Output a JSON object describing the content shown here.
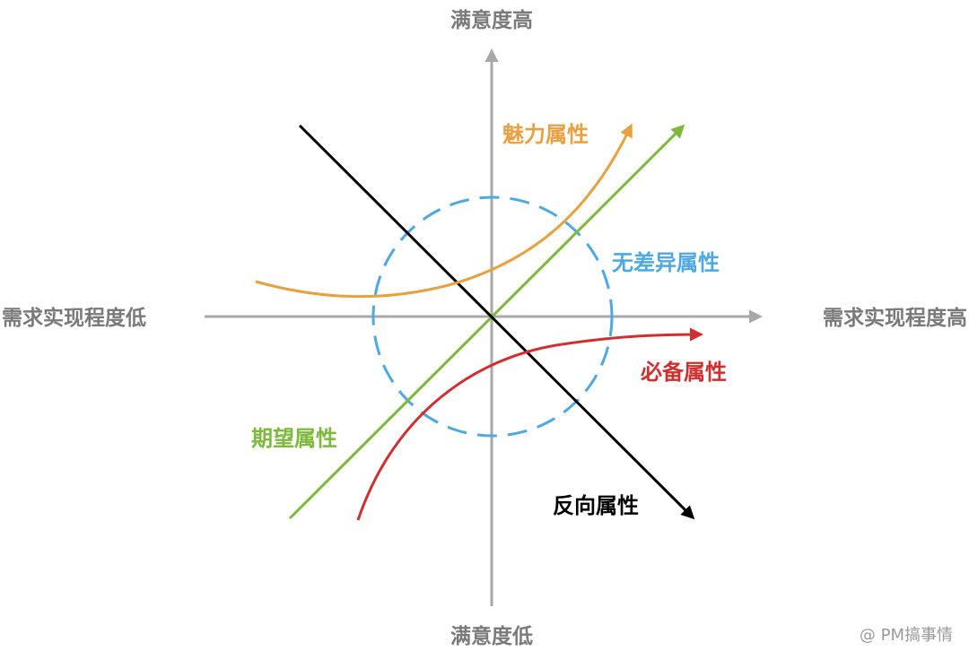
{
  "axes": {
    "y_top": "满意度高",
    "y_bottom": "满意度低",
    "x_left": "需求实现程度低",
    "x_right": "需求实现程度高",
    "color": "#a8a8a8"
  },
  "curves": {
    "attractive": {
      "label": "魅力属性",
      "color": "#E9A03F"
    },
    "indifferent": {
      "label": "无差异属性",
      "color": "#4EA8E4"
    },
    "one_dimensional": {
      "label": "期望属性",
      "color": "#7DB93A"
    },
    "must_be": {
      "label": "必备属性",
      "color": "#D12F2F"
    },
    "reverse": {
      "label": "反向属性",
      "color": "#000000"
    }
  },
  "watermark": "@ PM搞事情"
}
